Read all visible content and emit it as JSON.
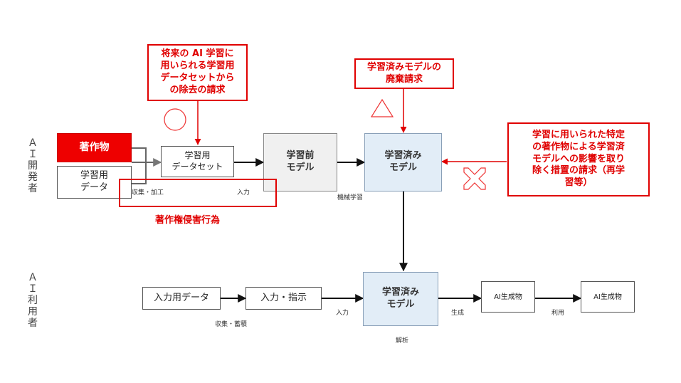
{
  "side_labels": {
    "developer": [
      "Ａ",
      "Ｉ",
      "開",
      "発",
      "者"
    ],
    "user": [
      "Ａ",
      "Ｉ",
      "利",
      "用",
      "者"
    ]
  },
  "dev": {
    "copyrighted_work": "著作物",
    "learning_data": "学習用\nデータ",
    "dataset": "学習用\nデータセット",
    "pre_model": "学習前\nモデル",
    "trained_model": "学習済み\nモデル",
    "collect_process": "収集・加工",
    "input": "入力",
    "machine_learning": "機械学習",
    "infringement": "著作権侵害行為"
  },
  "callouts": {
    "dataset_removal": "将来の AI 学習に\n用いられる学習用\nデータセットから\nの除去の請求",
    "model_disposal": "学習済みモデルの\n廃棄請求",
    "remove_influence": "学習に用いられた特定\nの著作物による学習済\nモデルへの影響を取り\n除く措置の請求（再学\n習等）"
  },
  "marks": {
    "circle": "circle-mark",
    "triangle": "triangle-mark",
    "cross": "cross-mark",
    "color": "#ee3333"
  },
  "user": {
    "input_data": "入力用データ",
    "input_instruction": "入力・指示",
    "trained_model": "学習済み\nモデル",
    "ai_output_1": "AI生成物",
    "ai_output_2": "AI生成物",
    "collect_store": "収集・蓄積",
    "input": "入力",
    "analysis": "解析",
    "generate": "生成",
    "use": "利用"
  }
}
